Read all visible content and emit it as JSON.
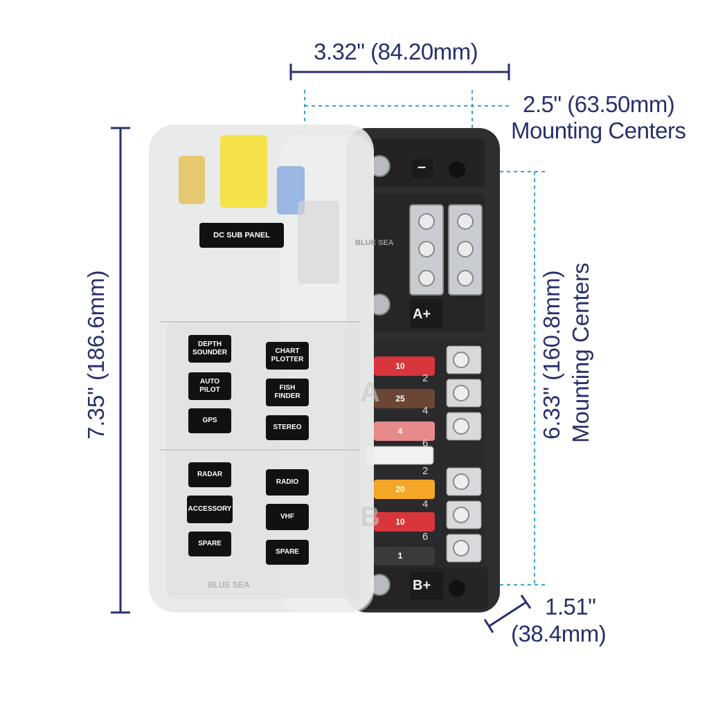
{
  "dimensions": {
    "width": "3.32\" (84.20mm)",
    "mounting_width": "2.5\" (63.50mm)",
    "mounting_width_caption": "Mounting Centers",
    "height": "7.35\" (186.6mm)",
    "mounting_height": "6.33\" (160.8mm)",
    "mounting_height_caption": "Mounting Centers",
    "depth_in": "1.51\"",
    "depth_mm": "(38.4mm)"
  },
  "cover": {
    "title": "DC SUB PANEL",
    "labels_left": [
      "DEPTH\nSOUNDER",
      "AUTO\nPILOT",
      "GPS",
      "RADAR",
      "ACCESSORY",
      "SPARE"
    ],
    "labels_right": [
      "CHART\nPLOTTER",
      "FISH\nFINDER",
      "STEREO",
      "RADIO",
      "VHF",
      "SPARE"
    ],
    "brand_mark": "BLUE SEA",
    "bank_a": "A",
    "bank_b": "B"
  },
  "block": {
    "negative_symbol": "–",
    "brand": "BLUE SEA",
    "terminal_a": "A+",
    "terminal_b": "B+",
    "fuses": [
      {
        "value": "10",
        "color": "#d9363b",
        "slot": "2"
      },
      {
        "value": "25",
        "color": "#6b4634",
        "slot": "4"
      },
      {
        "value": "4",
        "color": "#e78a8c",
        "slot": "6"
      },
      {
        "value": "",
        "color": "#f2f2f2",
        "slot": "2"
      },
      {
        "value": "20",
        "color": "#f4a626",
        "slot": "4"
      },
      {
        "value": "10",
        "color": "#d9363b",
        "slot": "6"
      },
      {
        "value": "1",
        "color": "#3a3a3a",
        "slot": ""
      }
    ]
  },
  "colors": {
    "dimension": "#27306b",
    "dashed": "#3ba0d0",
    "block_body": "#2e2e30",
    "cover": "#e7e8e8"
  }
}
